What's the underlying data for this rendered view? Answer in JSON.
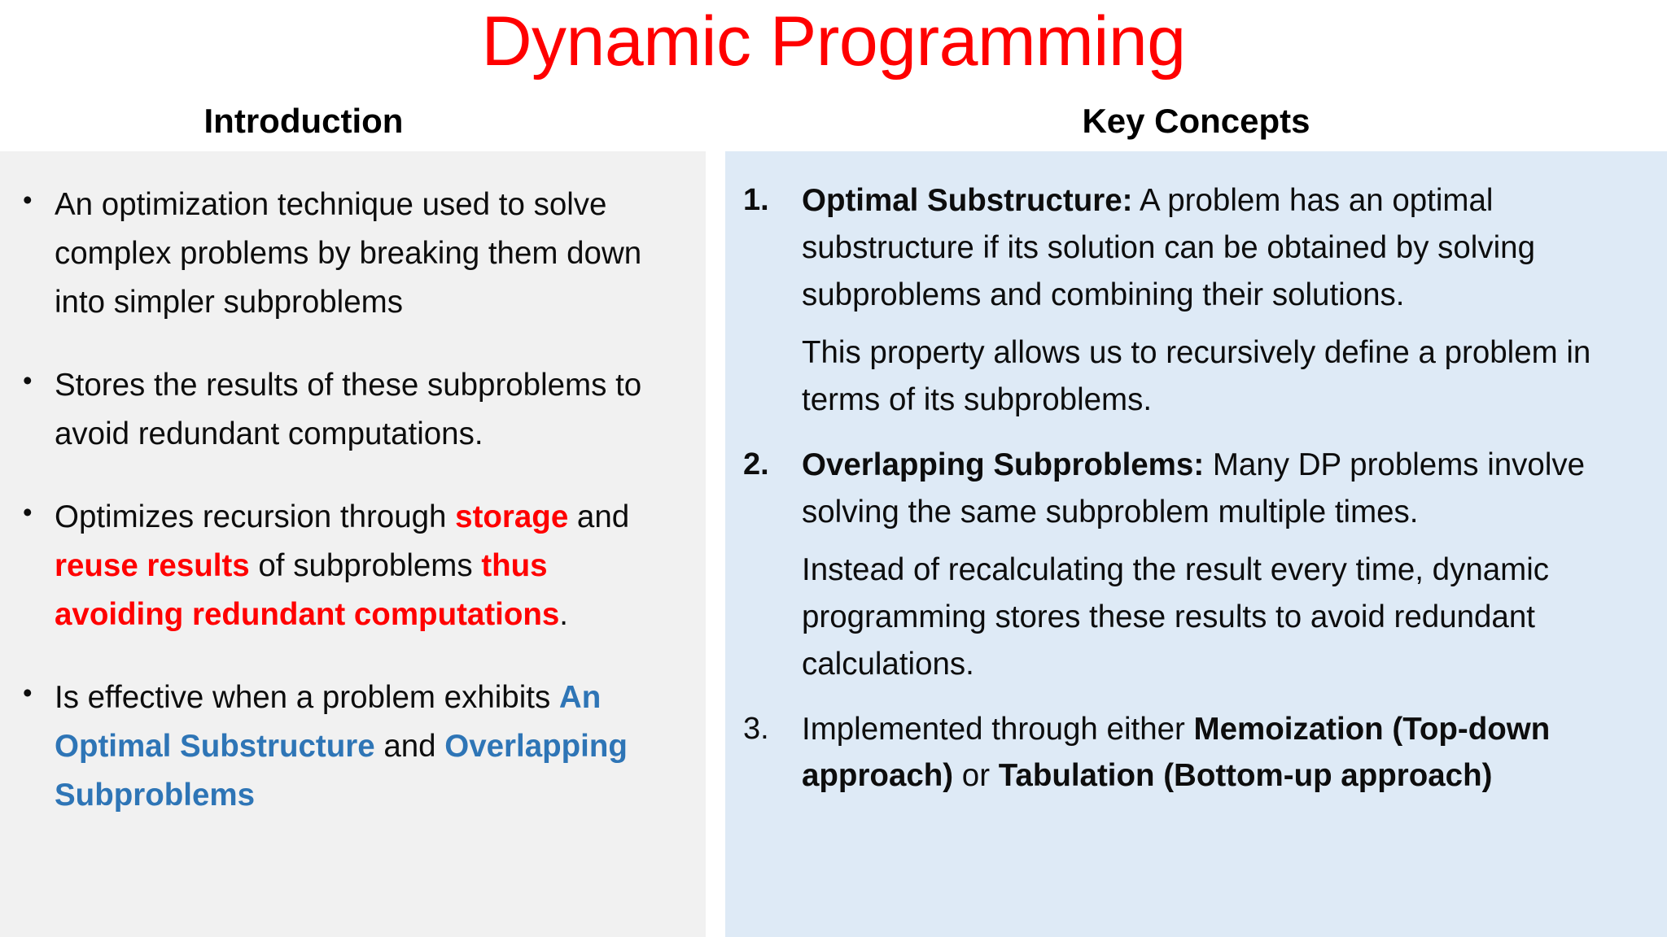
{
  "slide": {
    "title": "Dynamic Programming",
    "title_color": "#ff0000",
    "accent_red": "#ff0000",
    "accent_blue": "#2e75b6",
    "left_panel_bg": "#f1f1f1",
    "right_panel_bg": "#deeaf6"
  },
  "left": {
    "heading": "Introduction",
    "bullets": [
      {
        "parts": [
          {
            "text": "An optimization technique used to solve complex problems by breaking them down into simpler subproblems",
            "style": "normal"
          }
        ]
      },
      {
        "parts": [
          {
            "text": "Stores the results of these subproblems to avoid redundant computations.",
            "style": "normal"
          }
        ]
      },
      {
        "parts": [
          {
            "text": "Optimizes recursion through ",
            "style": "normal"
          },
          {
            "text": "storage",
            "style": "red"
          },
          {
            "text": " and ",
            "style": "normal"
          },
          {
            "text": "reuse results",
            "style": "red"
          },
          {
            "text": " of subproblems ",
            "style": "normal"
          },
          {
            "text": "thus avoiding redundant computations",
            "style": "red"
          },
          {
            "text": ".",
            "style": "normal"
          }
        ]
      },
      {
        "parts": [
          {
            "text": "Is effective when a problem exhibits ",
            "style": "normal"
          },
          {
            "text": "An Optimal Substructure",
            "style": "blue"
          },
          {
            "text": " and ",
            "style": "normal"
          },
          {
            "text": "Overlapping Subproblems",
            "style": "blue"
          }
        ]
      }
    ]
  },
  "right": {
    "heading": "Key Concepts",
    "items": [
      {
        "number": "1.",
        "number_bold": true,
        "parts": [
          {
            "text": "Optimal Substructure:",
            "style": "bold"
          },
          {
            "text": " A problem has an optimal substructure if its solution can be obtained by solving subproblems and combining their solutions.",
            "style": "normal"
          }
        ],
        "subparagraph": "This property allows us to recursively define a problem in terms of its subproblems."
      },
      {
        "number": "2.",
        "number_bold": true,
        "parts": [
          {
            "text": "Overlapping Subproblems:",
            "style": "bold"
          },
          {
            "text": " Many DP problems involve solving the same subproblem multiple times.",
            "style": "normal"
          }
        ],
        "subparagraph": "Instead of recalculating the result every time, dynamic programming stores these results to avoid redundant calculations."
      },
      {
        "number": "3.",
        "number_bold": false,
        "parts": [
          {
            "text": "Implemented through either ",
            "style": "normal"
          },
          {
            "text": "Memoization (Top-down approach)",
            "style": "bold"
          },
          {
            "text": " or ",
            "style": "normal"
          },
          {
            "text": "Tabulation (Bottom-up approach)",
            "style": "bold"
          }
        ],
        "subparagraph": ""
      }
    ]
  }
}
